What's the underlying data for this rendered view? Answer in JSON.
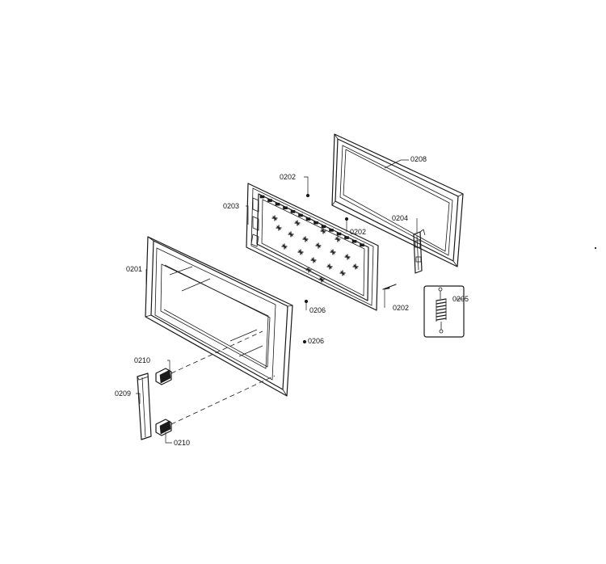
{
  "callouts": {
    "p0208": "0208",
    "p0202a": "0202",
    "p0203": "0203",
    "p0204": "0204",
    "p0202b": "0202",
    "p0201": "0201",
    "p0205": "0205",
    "p0202c": "0202",
    "p0206a": "0206",
    "p0206b": "0206",
    "p0210a": "0210",
    "p0209": "0209",
    "p0210b": "0210"
  }
}
